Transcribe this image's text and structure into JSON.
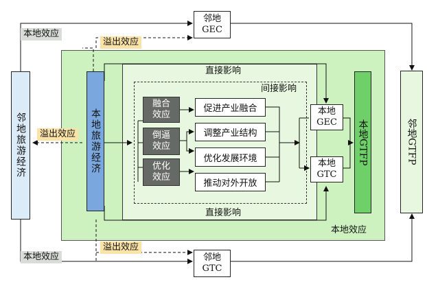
{
  "neighbor_tourism": "邻地旅游经济",
  "local_tourism": "本地旅游经济",
  "local_gtfp": "本地GTFP",
  "neighbor_gtfp": "邻地GTFP",
  "neighbor_gec": {
    "line1": "邻地",
    "line2": "GEC"
  },
  "neighbor_gtc": {
    "line1": "邻地",
    "line2": "GTC"
  },
  "local_gec": {
    "line1": "本地",
    "line2": "GEC"
  },
  "local_gtc": {
    "line1": "本地",
    "line2": "GTC"
  },
  "labels": {
    "local_effect_top": "本地效应",
    "spillover_top": "溢出效应",
    "spillover_left": "溢出效应",
    "local_effect_bottom_left": "本地效应",
    "spillover_bottom": "溢出效应",
    "local_effect_inner": "本地效应",
    "direct_top": "直接影响",
    "direct_bottom": "直接影响",
    "indirect": "间接影响"
  },
  "effects": [
    {
      "line1": "融合",
      "line2": "效应"
    },
    {
      "line1": "倒逼",
      "line2": "效应"
    },
    {
      "line1": "优化",
      "line2": "效应"
    }
  ],
  "mechanisms": [
    "促进产业融合",
    "调整产业结构",
    "优化发展环境",
    "推动对外开放"
  ],
  "colors": {
    "outer_green": "#e8f7df",
    "inner_green": "#cdf2c0",
    "local_gtfp_green": "#6fd06a",
    "local_tourism_blue": "#7aa8de",
    "neighbor_tourism_blue": "#dcebf8",
    "effect_gray": "#666a66",
    "tag_gray": "#d9dcd9",
    "tag_orange": "#fbe3a8"
  }
}
